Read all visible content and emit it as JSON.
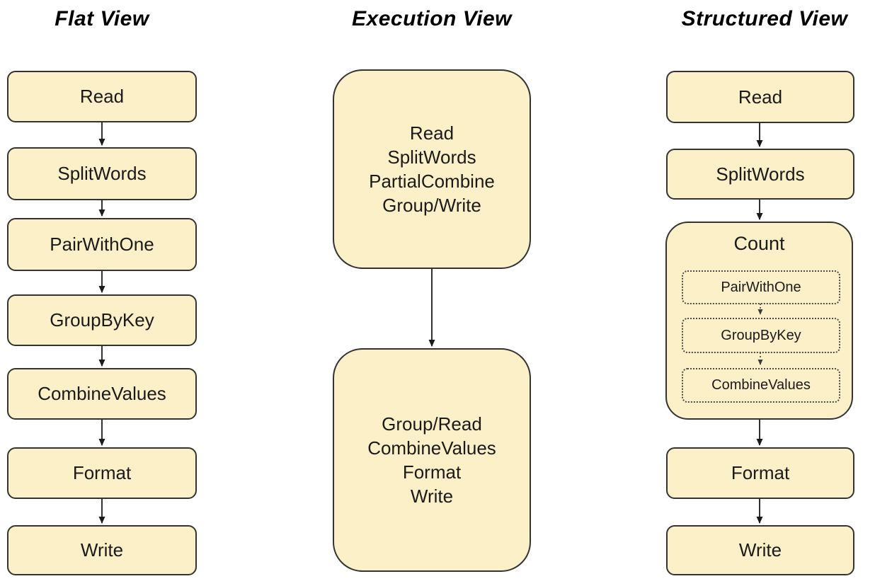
{
  "colors": {
    "node_fill": "#FCF0C8",
    "node_border": "#333333",
    "text_color": "#1a1a1a"
  },
  "flat": {
    "title": "Flat View",
    "nodes": [
      "Read",
      "SplitWords",
      "PairWithOne",
      "GroupByKey",
      "CombineValues",
      "Format",
      "Write"
    ]
  },
  "execution": {
    "title": "Execution View",
    "stage1_lines": [
      "Read",
      "SplitWords",
      "PartialCombine",
      "Group/Write"
    ],
    "stage2_lines": [
      "Group/Read",
      "CombineValues",
      "Format",
      "Write"
    ]
  },
  "structured": {
    "title": "Structured View",
    "node_read": "Read",
    "node_splitwords": "SplitWords",
    "composite": {
      "label": "Count",
      "children": [
        "PairWithOne",
        "GroupByKey",
        "CombineValues"
      ]
    },
    "node_format": "Format",
    "node_write": "Write"
  }
}
